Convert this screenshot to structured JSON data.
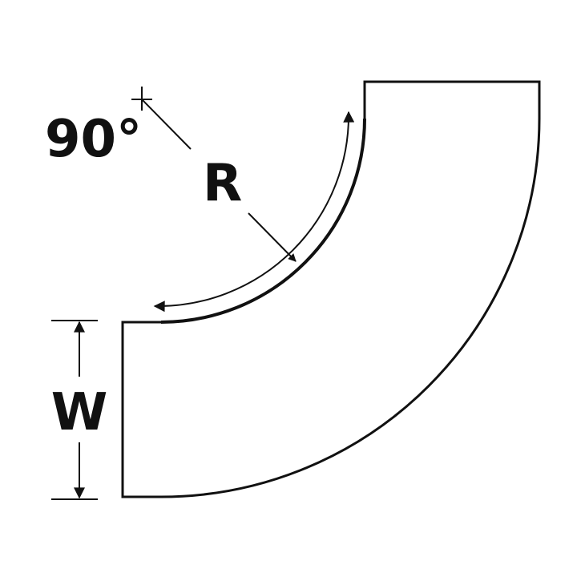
{
  "diagram": {
    "angle_label": "90°",
    "radius_label": "R",
    "width_label": "W",
    "stroke_color": "#111111",
    "background_color": "#ffffff"
  }
}
